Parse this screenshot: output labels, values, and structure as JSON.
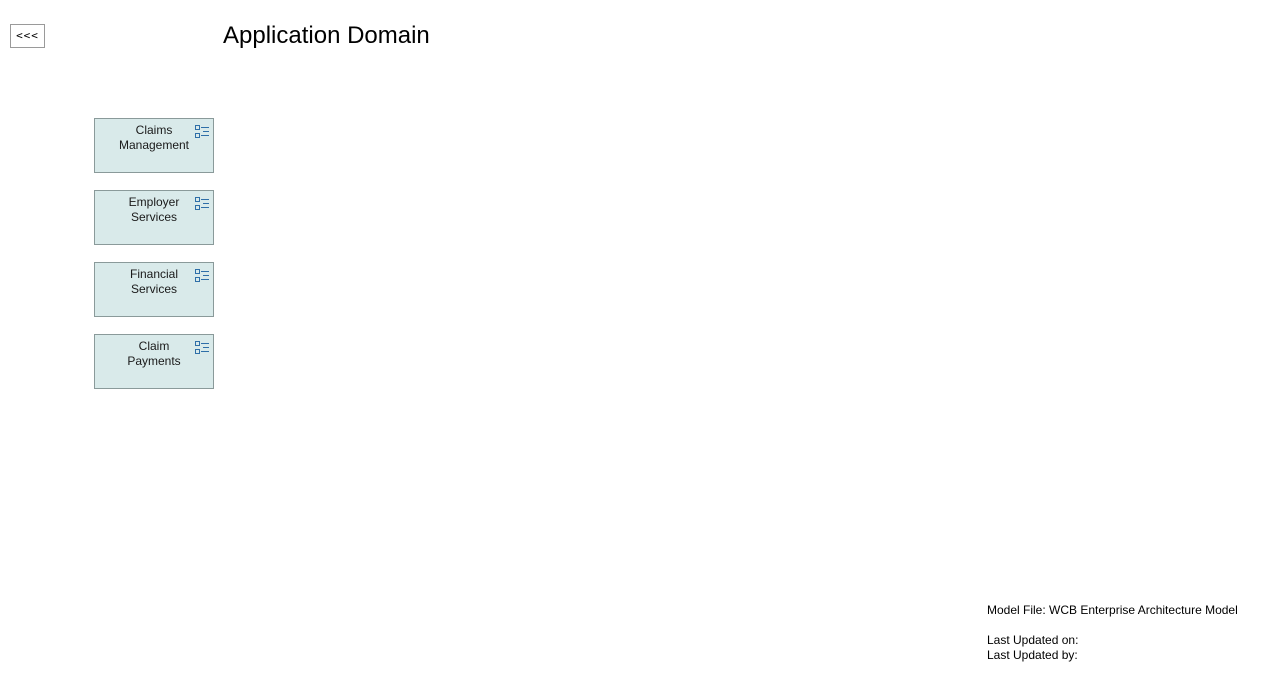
{
  "back_button": {
    "label": "<<<"
  },
  "page_title": "Application Domain",
  "components": [
    {
      "label": "Claims Management",
      "icon": "application-component-icon"
    },
    {
      "label": "Employer Services",
      "icon": "application-component-icon"
    },
    {
      "label": "Financial Services",
      "icon": "application-component-icon"
    },
    {
      "label": "Claim Payments",
      "icon": "application-component-icon"
    }
  ],
  "footer": {
    "model_file": "Model File: WCB Enterprise Architecture Model",
    "last_updated_on": "Last Updated on:",
    "last_updated_by": "Last Updated by:"
  },
  "colors": {
    "component_fill": "#d9eaea",
    "component_border": "#8a9a9a",
    "icon_stroke": "#2f6fa8"
  }
}
